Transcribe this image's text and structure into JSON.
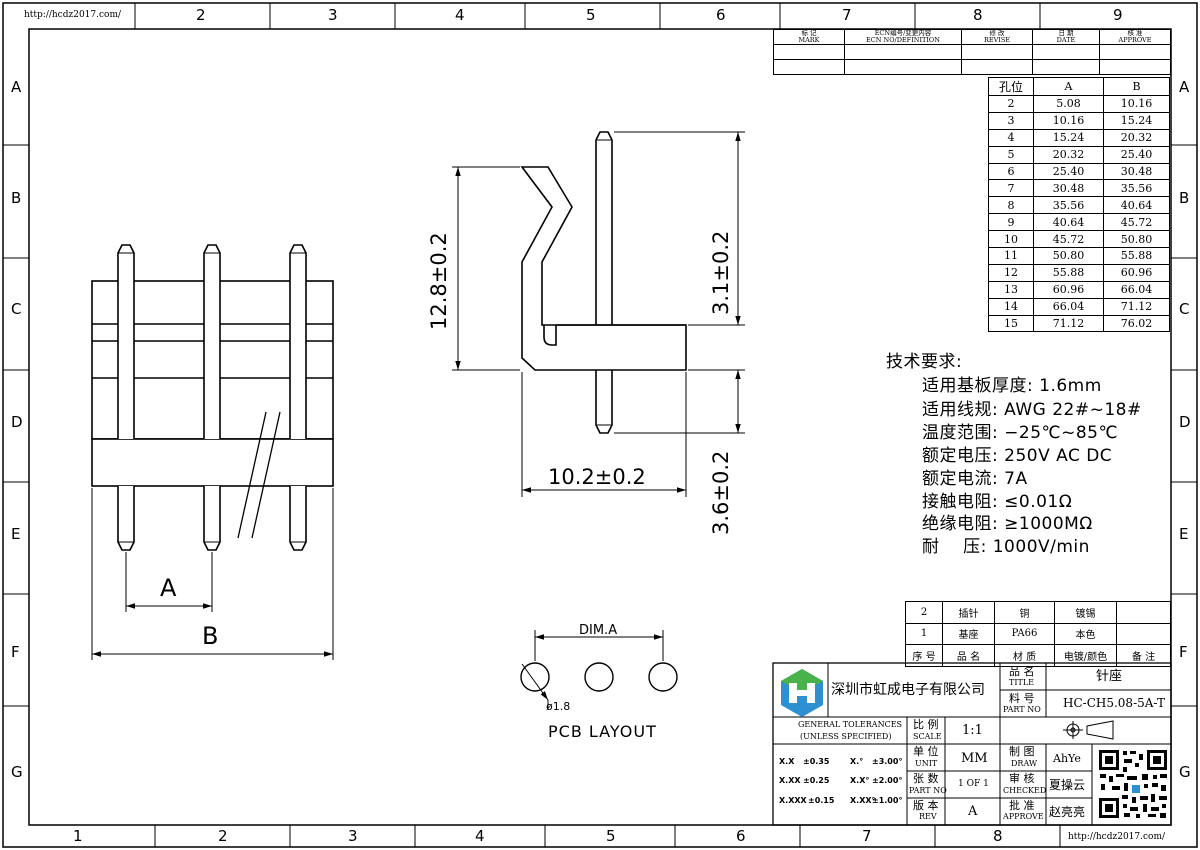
{
  "border": {
    "url_top_left": "http://hcdz2017.com/",
    "url_bottom_right": "http://hcdz2017.com/",
    "top_numbers": [
      "2",
      "3",
      "4",
      "5",
      "6",
      "7",
      "8",
      "9"
    ],
    "bottom_numbers": [
      "1",
      "2",
      "3",
      "4",
      "5",
      "6",
      "7",
      "8"
    ],
    "left_letters": [
      "A",
      "B",
      "C",
      "D",
      "E",
      "F",
      "G"
    ],
    "right_letters": [
      "A",
      "B",
      "C",
      "D",
      "E",
      "F",
      "G"
    ]
  },
  "revision_table": {
    "headers": [
      {
        "cn": "标 记",
        "en": "MARK"
      },
      {
        "cn": "ECN编号/变更内容",
        "en": "ECN NO/DEFINITION"
      },
      {
        "cn": "修 改",
        "en": "REVISE"
      },
      {
        "cn": "日 期",
        "en": "DATE"
      },
      {
        "cn": "核 准",
        "en": "APPROVE"
      }
    ]
  },
  "position_table": {
    "headers": [
      "孔位",
      "A",
      "B"
    ],
    "rows": [
      [
        "2",
        "5.08",
        "10.16"
      ],
      [
        "3",
        "10.16",
        "15.24"
      ],
      [
        "4",
        "15.24",
        "20.32"
      ],
      [
        "5",
        "20.32",
        "25.40"
      ],
      [
        "6",
        "25.40",
        "30.48"
      ],
      [
        "7",
        "30.48",
        "35.56"
      ],
      [
        "8",
        "35.56",
        "40.64"
      ],
      [
        "9",
        "40.64",
        "45.72"
      ],
      [
        "10",
        "45.72",
        "50.80"
      ],
      [
        "11",
        "50.80",
        "55.88"
      ],
      [
        "12",
        "55.88",
        "60.96"
      ],
      [
        "13",
        "60.96",
        "66.04"
      ],
      [
        "14",
        "66.04",
        "71.12"
      ],
      [
        "15",
        "71.12",
        "76.02"
      ]
    ]
  },
  "tech_requirements": {
    "title": "技术要求:",
    "items": [
      "适用基板厚度: 1.6mm",
      "适用线规: AWG 22#~18#",
      "温度范围: −25℃~85℃",
      "额定电压: 250V AC DC",
      "额定电流: 7A",
      "接触电阻: ≤0.01Ω",
      "绝缘电阻: ≥1000MΩ",
      "耐    压: 1000V/min"
    ]
  },
  "dimensions": {
    "height_total": "12.8±0.2",
    "pin_top": "3.1±0.2",
    "pin_bottom": "3.6±0.2",
    "depth": "10.2±0.2",
    "pitch_a": "A",
    "width_b": "B",
    "dim_a": "DIM.A",
    "hole_dia": "ø1.8",
    "pcb_layout": "PCB LAYOUT"
  },
  "bom_table": {
    "rows": [
      [
        "2",
        "插针",
        "铜",
        "镀锡",
        ""
      ],
      [
        "1",
        "基座",
        "PA66",
        "本色",
        ""
      ],
      [
        "序 号",
        "品 名",
        "材 质",
        "电镀/颜色",
        "备 注"
      ]
    ]
  },
  "title_block": {
    "company": "深圳市虹成电子有限公司",
    "title_label_cn": "品 名",
    "title_label_en": "TITLE",
    "title_value": "针座",
    "part_no_label_cn": "料 号",
    "part_no_label_en": "PART NO",
    "part_no_value": "HC-CH5.08-5A-T",
    "tolerance_title_1": "GENERAL TOLERANCES",
    "tolerance_title_2": "(UNLESS SPECIFIED)",
    "tolerances": [
      [
        "X.X",
        "±0.35",
        "X.°",
        "±3.00°"
      ],
      [
        "X.XX",
        "±0.25",
        "X.X°",
        "±2.00°"
      ],
      [
        "X.XXX",
        "±0.15",
        "X.XX°",
        "±1.00°"
      ]
    ],
    "scale_cn": "比 例",
    "scale_en": "SCALE",
    "scale_value": "1:1",
    "unit_cn": "单 位",
    "unit_en": "UNIT",
    "unit_value": "MM",
    "sheet_cn": "张 数",
    "sheet_en": "PART NO",
    "sheet_value": "1 OF 1",
    "rev_cn": "版 本",
    "rev_en": "REV",
    "rev_value": "A",
    "draw_cn": "制 图",
    "draw_en": "DRAW",
    "draw_value": "AhYe",
    "checked_cn": "审 核",
    "checked_en": "CHECKED",
    "checked_value": "夏操云",
    "approve_cn": "批 准",
    "approve_en": "APPROVE",
    "approve_value": "赵亮亮",
    "logo": "hc-logo-icon",
    "projection": "first-angle-projection-icon",
    "qr": "qr-code-icon"
  }
}
